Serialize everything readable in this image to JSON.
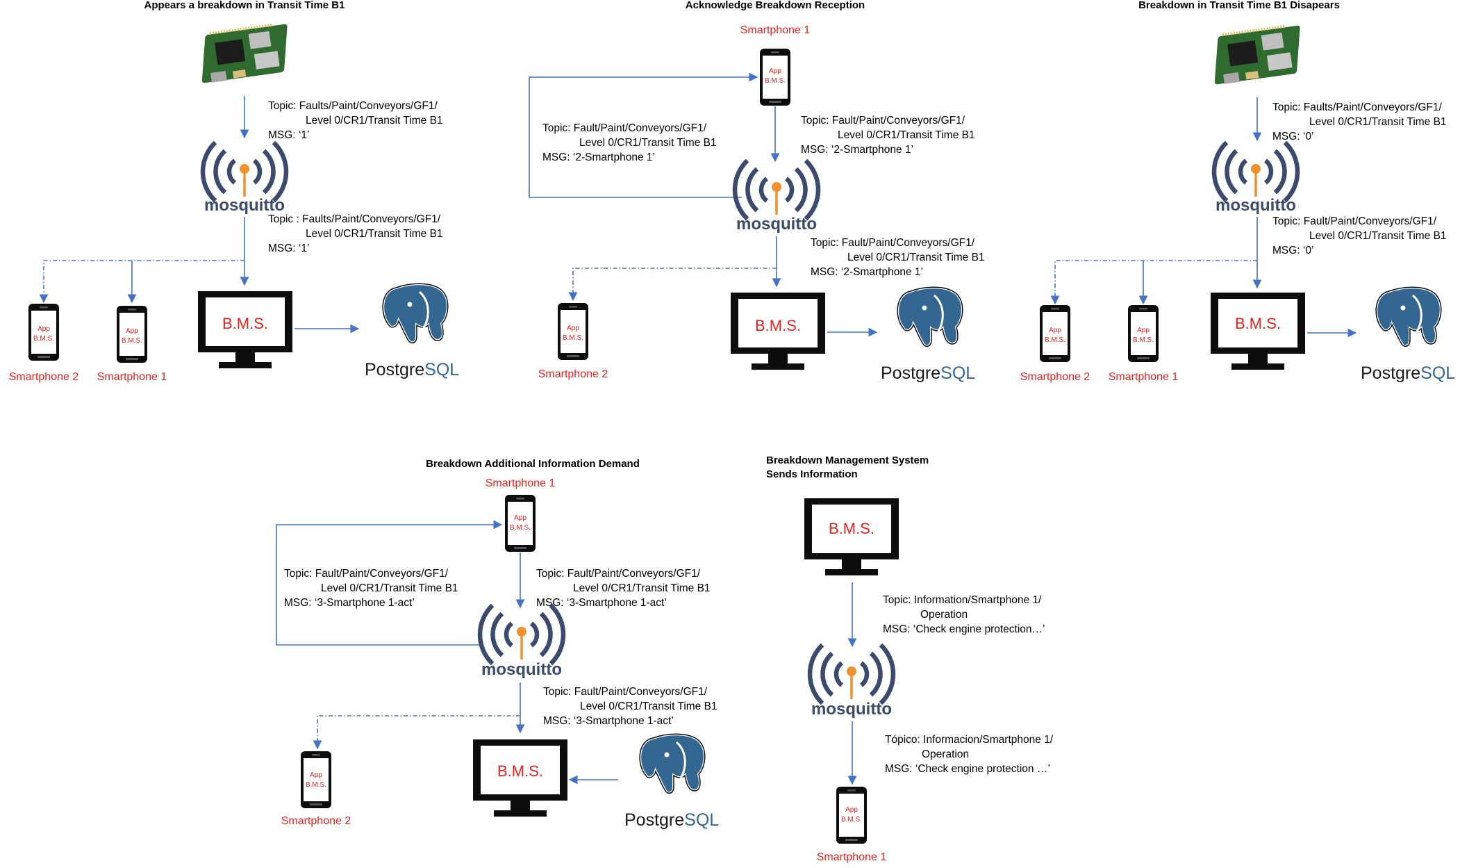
{
  "panels": [
    {
      "title": "Appears a breakdown in Transit Time B1",
      "msg_in": {
        "line1": "Topic: Faults/Paint/Conveyors/GF1/",
        "line2": "Level 0/CR1/Transit Time B1",
        "line3": "MSG: ‘1’"
      },
      "msg_out": {
        "line1": "Topic : Faults/Paint/Conveyors/GF1/",
        "line2": "Level 0/CR1/Transit Time B1",
        "line3": "MSG: ‘1’"
      },
      "phone_a": "Smartphone 2",
      "phone_b": "Smartphone 1"
    },
    {
      "title": "Acknowledge Breakdown Reception",
      "top_phone": "Smartphone 1",
      "msg_loop": {
        "line1": "Topic: Fault/Paint/Conveyors/GF1/",
        "line2": "Level 0/CR1/Transit Time B1",
        "line3": "MSG: ‘2-Smartphone 1’"
      },
      "msg_in": {
        "line1": "Topic: Fault/Paint/Conveyors/GF1/",
        "line2": "Level 0/CR1/Transit Time B1",
        "line3": "MSG: ‘2-Smartphone 1’"
      },
      "msg_out": {
        "line1": "Topic: Fault/Paint/Conveyors/GF1/",
        "line2": "Level 0/CR1/Transit Time B1",
        "line3": "MSG: ‘2-Smartphone 1’"
      },
      "phone_a": "Smartphone 2"
    },
    {
      "title": "Breakdown in Transit Time B1 Disapears",
      "msg_in": {
        "line1": "Topic: Faults/Paint/Conveyors/GF1/",
        "line2": "Level 0/CR1/Transit Time B1",
        "line3": "MSG: ‘0’"
      },
      "msg_out": {
        "line1": "Topic: Fault/Paint/Conveyors/GF1/",
        "line2": "Level 0/CR1/Transit Time B1",
        "line3": "MSG: ‘0’"
      },
      "phone_a": "Smartphone 2",
      "phone_b": "Smartphone 1"
    },
    {
      "title": "Breakdown Additional Information Demand",
      "top_phone": "Smartphone 1",
      "msg_loop": {
        "line1": "Topic: Fault/Paint/Conveyors/GF1/",
        "line2": "Level 0/CR1/Transit Time B1",
        "line3": "MSG: ‘3-Smartphone 1-act’"
      },
      "msg_in": {
        "line1": "Topic: Fault/Paint/Conveyors/GF1/",
        "line2": "Level 0/CR1/Transit Time B1",
        "line3": "MSG: ‘3-Smartphone 1-act’"
      },
      "msg_out": {
        "line1": "Topic: Fault/Paint/Conveyors/GF1/",
        "line2": "Level 0/CR1/Transit Time B1",
        "line3": "MSG: ‘3-Smartphone 1-act’"
      },
      "phone_a": "Smartphone 2"
    },
    {
      "title_line1": "Breakdown Management System",
      "title_line2": "Sends Information",
      "msg_in": {
        "line1": "Topic: Information/Smartphone 1/",
        "line2": "Operation",
        "line3": "MSG: ‘Check engine protection…’"
      },
      "msg_out": {
        "line1": "Tópico: Informacion/Smartphone 1/",
        "line2": "Operation",
        "line3": "MSG: ‘Check engine protection …’"
      },
      "bottom_phone": "Smartphone 1"
    }
  ],
  "labels": {
    "bms": "B.M.S.",
    "app_line1": "App",
    "app_line2": "B.M.S.",
    "mosquitto": "mosquitto",
    "postgres_a": "Postgre",
    "postgres_b": "SQL"
  },
  "colors": {
    "arrow": "#4472c4",
    "red_label": "#e8201d",
    "mosquitto_navy": "#3c4a6b",
    "mosquitto_orange": "#f0902e",
    "postgres_blue": "#336791",
    "raspberry_green": "#2f6b2f"
  }
}
